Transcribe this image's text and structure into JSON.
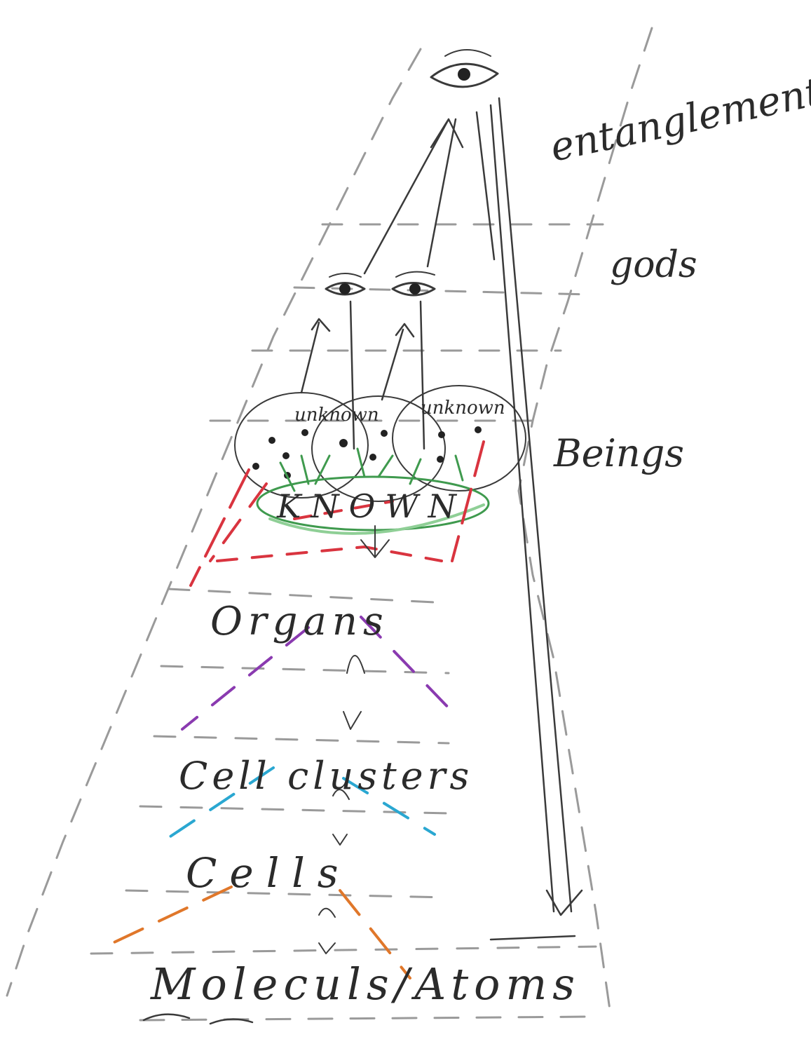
{
  "labels": {
    "entanglement": "entanglement",
    "gods": "gods",
    "beings": "Beings",
    "unknown_left": "unknown",
    "unknown_right": "unknown",
    "known": "KNOWN",
    "organs": "Organs",
    "cell_clusters": "Cell clusters",
    "cells": "Cells",
    "molecules_atoms": "Moleculs/Atoms"
  },
  "colors": {
    "ink": "#3a3a3a",
    "pencil": "#9a9a9a",
    "red": "#d9343f",
    "green": "#3f9a4e",
    "light_green": "#8fcf96",
    "purple": "#8a3ab0",
    "cyan": "#2aa7d1",
    "orange": "#e0772a"
  }
}
